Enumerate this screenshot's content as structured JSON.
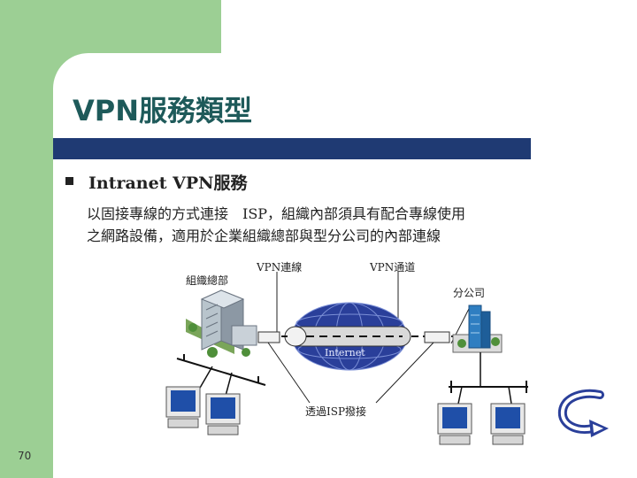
{
  "slide": {
    "title": "VPN服務類型",
    "bullet": "Intranet VPN服務",
    "description_line1": "以固接專線的方式連接　ISP，組織內部須具有配合專線使用",
    "description_line2": "之網路設備，適用於企業組織總部與型分公司的內部連線",
    "page_number": "70"
  },
  "diagram": {
    "label_hq": "組織總部",
    "label_vpn_link": "VPN連線",
    "label_vpn_tunnel": "VPN通道",
    "label_branch": "分公司",
    "label_internet": "Internet",
    "label_isp": "透過ISP撥接"
  },
  "colors": {
    "green": "#9ccf94",
    "title_text": "#1e5a5a",
    "title_bar": "#1f3a73",
    "globe": "#2a3f9a"
  },
  "icons": [
    "office-building-icon",
    "branch-building-icon",
    "computer-icon",
    "router-icon",
    "globe-icon",
    "return-arrow-icon"
  ]
}
